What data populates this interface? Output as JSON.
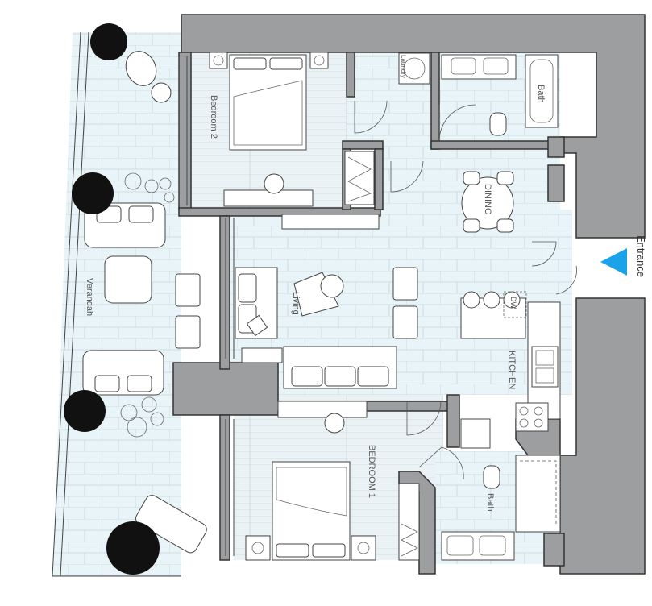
{
  "rooms": {
    "bedroom2": "Bedroom 2",
    "laundry": "Laundry",
    "bath_top": "Bath",
    "dining": "DINING",
    "living": "Living",
    "verandah": "Verandah",
    "kitchen": "KITCHEN",
    "dw": "DW",
    "bedroom1": "BEDROOM 1",
    "bath_bottom": "Bath"
  },
  "entrance": {
    "label": "Entrance",
    "marker_color": "#1aa3e8"
  },
  "colors": {
    "wall": "#9d9e9f",
    "floor": "#e8f4f8",
    "outline": "#333333"
  },
  "icons": [
    "entrance-arrow-icon",
    "tree-icon",
    "bed-icon",
    "sofa-icon",
    "bathtub-icon",
    "toilet-icon",
    "sink-icon",
    "stove-icon"
  ]
}
